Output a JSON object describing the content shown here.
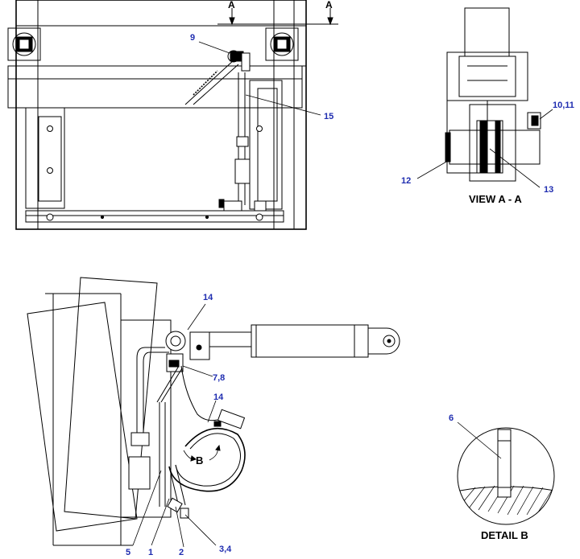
{
  "section_marks": {
    "left": "A",
    "right": "A"
  },
  "view_labels": {
    "view_aa": "VIEW  A - A",
    "detail_b": "DETAIL  B"
  },
  "detail_marker": "B",
  "callouts": {
    "c9": "9",
    "c15": "15",
    "c10_11": "10,11",
    "c12": "12",
    "c13": "13",
    "c14_top": "14",
    "c7_8": "7,8",
    "c14_mid": "14",
    "c6": "6",
    "c5": "5",
    "c1": "1",
    "c2": "2",
    "c3_4": "3,4"
  },
  "colors": {
    "callout": "#1f2db0",
    "line": "#000000"
  }
}
